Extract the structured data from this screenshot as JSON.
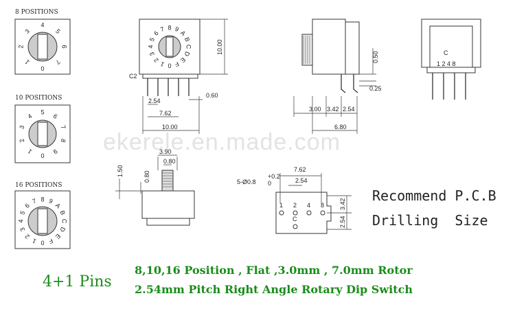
{
  "dials": [
    {
      "title": "8 POSITIONS",
      "digits": [
        "4",
        "5",
        "6",
        "7",
        "0",
        "1",
        "2",
        "3"
      ]
    },
    {
      "title": "10 POSITIONS",
      "digits": [
        "5",
        "6",
        "7",
        "8",
        "9",
        "0",
        "1",
        "2",
        "3",
        "4"
      ]
    },
    {
      "title": "16 POSITIONS",
      "digits": [
        "8",
        "9",
        "A",
        "B",
        "C",
        "D",
        "E",
        "F",
        "0",
        "1",
        "2",
        "3",
        "4",
        "5",
        "6",
        "7"
      ]
    }
  ],
  "front_view": {
    "digits": [
      "8",
      "9",
      "A",
      "B",
      "C",
      "D",
      "E",
      "F",
      "0",
      "1",
      "2",
      "3",
      "4",
      "5",
      "6",
      "7"
    ],
    "label_c2": "C2",
    "height": "10.00",
    "pitch": "2.54",
    "span": "7.62",
    "width": "10.00",
    "pin": "0.60"
  },
  "side_view": {
    "d050": "0.50",
    "d025": "0.25",
    "d300": "3.00",
    "d342": "3.42",
    "d254": "2.54",
    "d680": "6.80"
  },
  "end_view": {
    "label_c": "C",
    "pin_labels": "1 2 4 8"
  },
  "bottom_view": {
    "d390": "3.90",
    "d080": "0.80",
    "d150": "1.50",
    "d080b": "0.80"
  },
  "pcb": {
    "holes": "5-Ø0.8",
    "tol_plus": "+0.2",
    "tol_zero": "0",
    "d762": "7.62",
    "d254": "2.54",
    "d342": "3.42",
    "d254b": "2.54",
    "pin_labels": [
      "1",
      "2",
      "4",
      "8",
      "C"
    ]
  },
  "watermark": "ekerele.en.made.com",
  "recommend_line1": "Recommend P.C.B",
  "recommend_line2": "Drilling  Size",
  "pins_label": "4+1 Pins",
  "caption_line1": "8,10,16 Position , Flat ,3.0mm , 7.0mm Rotor",
  "caption_line2": "2.54mm Pitch Right Angle Rotary Dip Switch"
}
